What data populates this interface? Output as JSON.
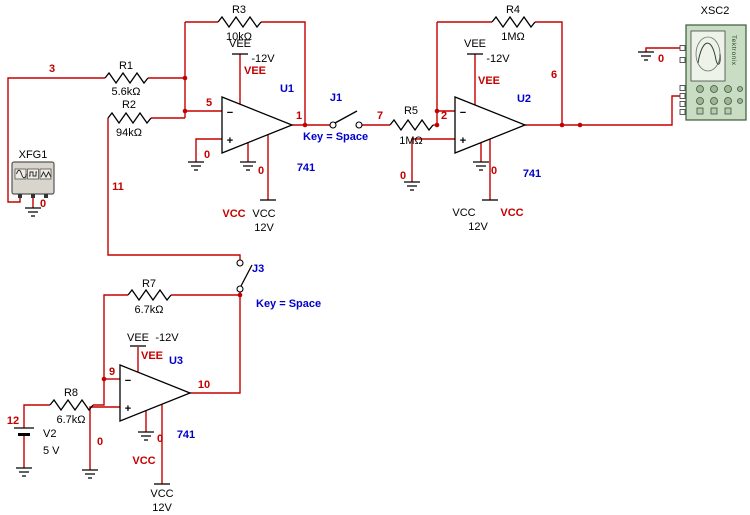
{
  "components": {
    "r1": {
      "ref": "R1",
      "value": "5.6kΩ"
    },
    "r2": {
      "ref": "R2",
      "value": "94kΩ"
    },
    "r3": {
      "ref": "R3",
      "value": "10kΩ"
    },
    "r4": {
      "ref": "R4",
      "value": "1MΩ"
    },
    "r5": {
      "ref": "R5",
      "value": "1MΩ"
    },
    "r7": {
      "ref": "R7",
      "value": "6.7kΩ"
    },
    "r8": {
      "ref": "R8",
      "value": "6.7kΩ"
    },
    "u1": {
      "ref": "U1",
      "part": "741"
    },
    "u2": {
      "ref": "U2",
      "part": "741"
    },
    "u3": {
      "ref": "U3",
      "part": "741"
    },
    "j1": {
      "ref": "J1",
      "key": "Key = Space"
    },
    "j3": {
      "ref": "J3",
      "key": "Key = Space"
    },
    "v2": {
      "ref": "V2",
      "value": "5 V"
    },
    "xfg1": {
      "ref": "XFG1"
    },
    "xsc2": {
      "ref": "XSC2",
      "brand": "Tektronix"
    }
  },
  "power": {
    "vee": "VEE",
    "vee_value": "-12V",
    "vcc": "VCC",
    "vcc_value": "12V"
  },
  "nets": {
    "n0": "0",
    "n1": "1",
    "n2": "2",
    "n3": "3",
    "n5": "5",
    "n6": "6",
    "n7": "7",
    "n9": "9",
    "n10": "10",
    "n11": "11",
    "n12": "12"
  },
  "symbols": {
    "minus": "−",
    "plus": "+"
  },
  "colors": {
    "wire": "#c40000",
    "net_label": "#c40000",
    "annotation": "#0000cc",
    "component": "#000000",
    "instrument_body": "#c9dcc4"
  }
}
